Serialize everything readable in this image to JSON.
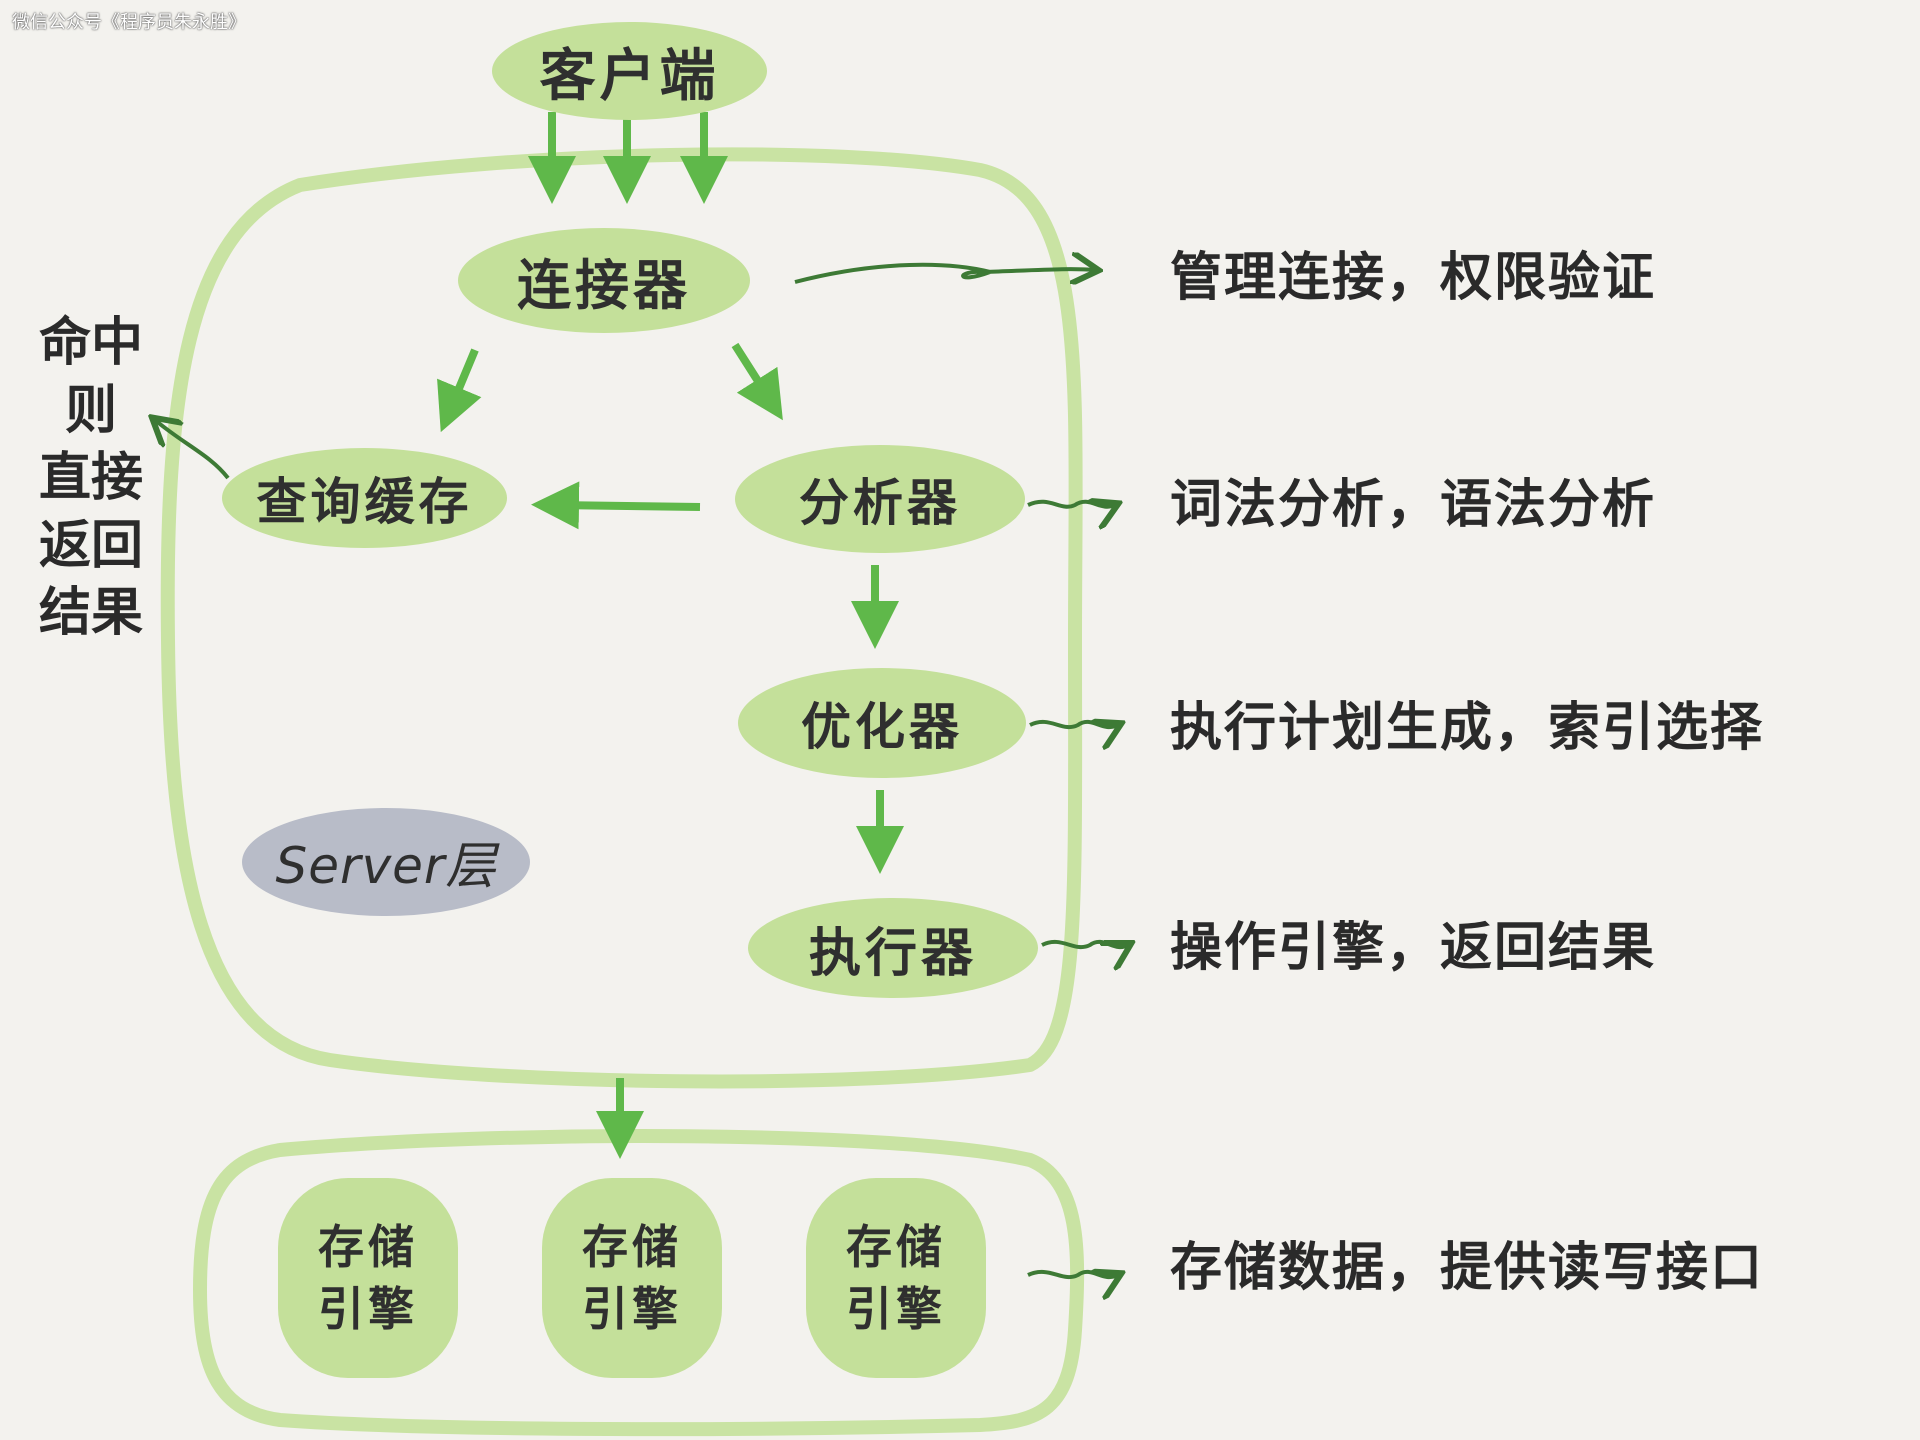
{
  "watermark": "微信公众号《程序员朱永胜》",
  "client": "客户端",
  "server": {
    "connector": "连接器",
    "query_cache": "查询缓存",
    "analyzer": "分析器",
    "optimizer": "优化器",
    "executor": "执行器",
    "layer_label": "Server层"
  },
  "engines": [
    {
      "line1": "存储",
      "line2": "引擎"
    },
    {
      "line1": "存储",
      "line2": "引擎"
    },
    {
      "line1": "存储",
      "line2": "引擎"
    }
  ],
  "notes": {
    "connector": "管理连接，权限验证",
    "analyzer": "词法分析，语法分析",
    "optimizer": "执行计划生成，索引选择",
    "executor": "操作引擎，返回结果",
    "engine": "存储数据，提供读写接口"
  },
  "cache_hit_lines": [
    "命中",
    "则",
    "直接",
    "返回",
    "结果"
  ],
  "colors": {
    "background": "#f3f2ee",
    "pill_green": "#c4e09a",
    "outline_green": "#c9e3a3",
    "arrow_green": "#5fb84a",
    "server_label_grey": "#b8bcc8",
    "text_dark": "#2a2a2a"
  }
}
